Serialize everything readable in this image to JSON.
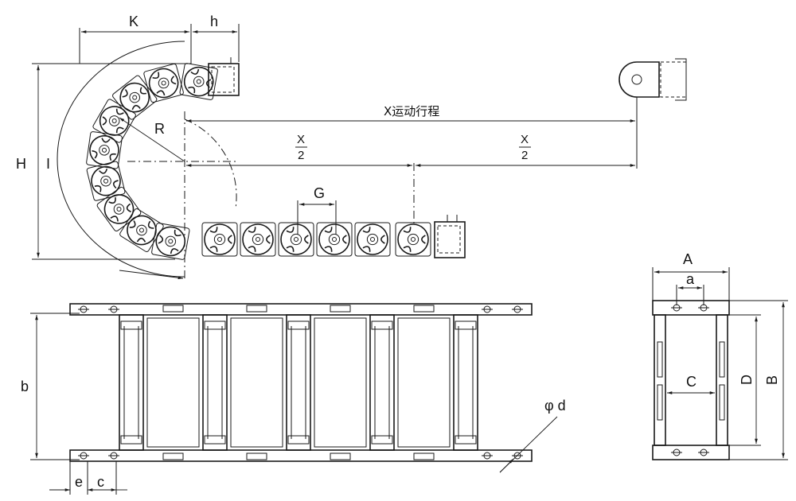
{
  "side_view": {
    "labels": {
      "K": "K",
      "h": "h",
      "H": "H",
      "I": "I",
      "R": "R",
      "X_travel": "X运动行程",
      "X_half_num": "X",
      "X_half_den": "2",
      "G": "G"
    }
  },
  "top_view": {
    "labels": {
      "b": "b",
      "e": "e",
      "c": "c",
      "phi_d": "φ d"
    }
  },
  "section_view": {
    "labels": {
      "A": "A",
      "a": "a",
      "C": "C",
      "D": "D",
      "B": "B"
    }
  },
  "colors": {
    "line": "#1a1a1a",
    "background": "#ffffff"
  }
}
